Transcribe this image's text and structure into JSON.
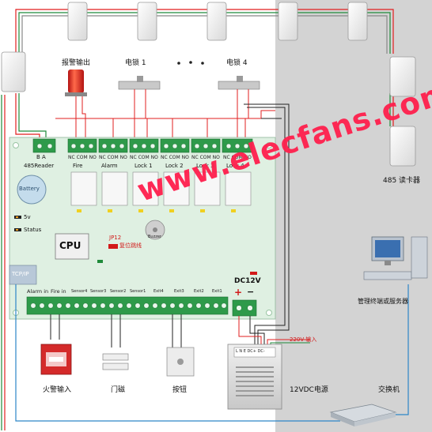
{
  "top": {
    "alarm_output": "报警输出",
    "lock1": "电锁 1",
    "lock4": "电锁 4"
  },
  "board": {
    "reader_bus": "B   A",
    "reader_label": "485Reader",
    "relay_terminals": "NC COM NO",
    "relay_names": [
      "Fire",
      "Alarm",
      "Lock 1",
      "Lock 2",
      "Lock 3",
      "Lock 4"
    ],
    "battery": "Battery",
    "led_5v": "5v",
    "led_status": "Status",
    "cpu": "CPU",
    "jp12": "JP12",
    "reset_jumper": "复位跳线",
    "buzzer": "Buzzer",
    "tcpip": "TCP/IP",
    "inputs": [
      "Alarm in",
      "Fire in",
      "Sensor4",
      "Sensor3",
      "Sensor2",
      "Sensor1",
      "Exit4",
      "Exit3",
      "Exit2",
      "Exit1"
    ],
    "dc12v": "DC12V",
    "plus": "+",
    "minus": "−"
  },
  "right": {
    "reader_485": "485 读卡器",
    "server": "管理终端或服务器",
    "switch": "交换机"
  },
  "bottom": {
    "fire_input": "火警输入",
    "door_sensor": "门磁",
    "button": "按钮",
    "psu": "12VDC电源",
    "ac220": "220V 输入",
    "psu_terminals": "L N E DC+ DC-"
  },
  "watermark": "www.elecfans.com",
  "colors": {
    "board": "#dff0e2",
    "terminal": "#2e9a4a",
    "red_wire": "#e21f1f",
    "green_wire": "#1f8a3a",
    "blue_wire": "#2d86c7",
    "gray_panel": "#d0d0d0",
    "watermark": "#ff1f4d"
  }
}
